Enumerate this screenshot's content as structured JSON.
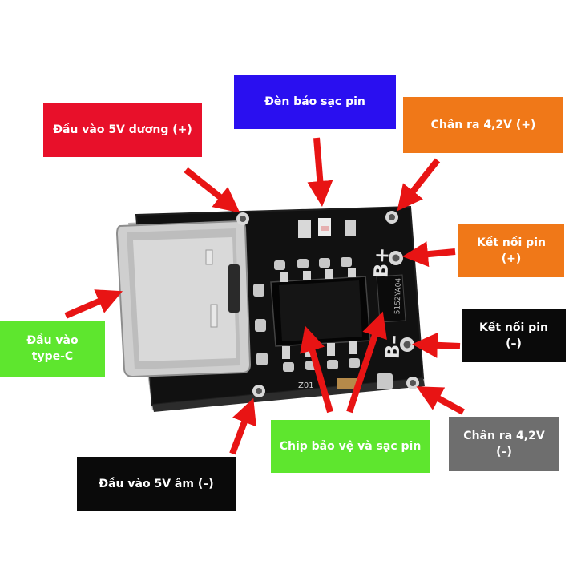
{
  "colors": {
    "red": "#e8102a",
    "blue": "#2a0ff0",
    "orange": "#f07818",
    "green": "#5ee62e",
    "black": "#0a0a0a",
    "gray": "#6e6e6e",
    "arrow": "#e81414",
    "pcb": "#111111",
    "usb_metal": "#c9c9c9"
  },
  "labels": {
    "input_positive": "Đầu vào 5V dương (+)",
    "charge_led": "Đèn báo sạc pin",
    "out_positive": "Chân ra 4,2V (+)",
    "bat_positive_1": "Kết nối pin",
    "bat_positive_2": "(+)",
    "bat_negative_1": "Kết nối pin",
    "bat_negative_2": "(–)",
    "type_c_1": "Đầu vào",
    "type_c_2": "type-C",
    "chip": "Chip bảo vệ và sạc pin",
    "out_negative": "Chân ra 4,2V (–)",
    "input_negative": "Đầu vào 5V âm (–)"
  },
  "board_text": {
    "b_plus": "B+",
    "b_minus": "B–",
    "chip_marking": "5152YA04",
    "resistor_code": "Z01"
  }
}
